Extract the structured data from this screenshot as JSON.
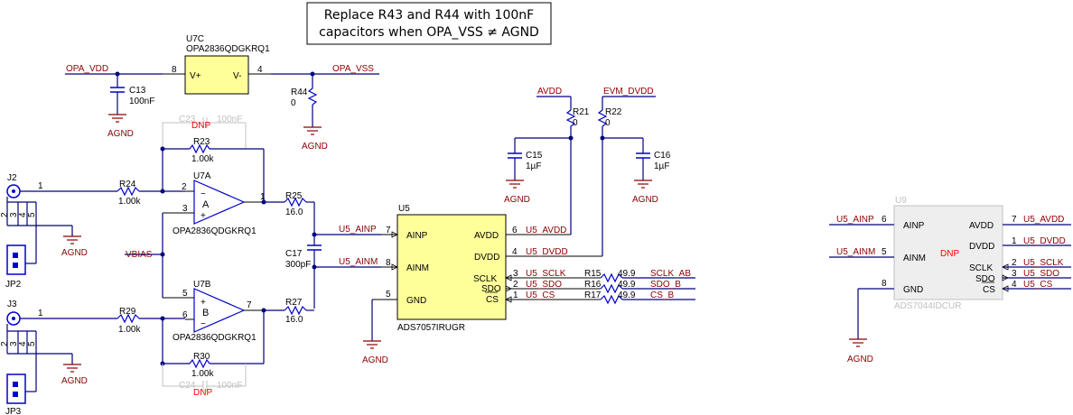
{
  "note": {
    "line1": "Replace R43 and R44 with 100nF",
    "line2": "capacitors when OPA_VSS ≠ AGND"
  },
  "nets": {
    "opa_vdd": "OPA_VDD",
    "opa_vss": "OPA_VSS",
    "avdd": "AVDD",
    "evm_dvdd": "EVM_DVDD",
    "vbias": "VBIAS",
    "u5_ainp": "U5_AINP",
    "u5_ainm": "U5_AINM",
    "u5_avdd": "U5_AVDD",
    "u5_dvdd": "U5_DVDD",
    "u5_sclk": "U5_SCLK",
    "u5_sdo": "U5_SDO",
    "u5_cs": "U5_CS",
    "sclk_ab": "SCLK_AB",
    "sdo_b": "SDO_B",
    "cs_b": "CS_B",
    "agnd": "AGND"
  },
  "u7c": {
    "ref": "U7C",
    "part": "OPA2836QDGKRQ1",
    "pin_vplus": "V+",
    "pin_vminus": "V-",
    "pin8": "8",
    "pin4": "4"
  },
  "u7a": {
    "ref": "U7A",
    "part": "OPA2836QDGKRQ1",
    "unit": "A",
    "pin2": "2",
    "pin3": "3",
    "pin1": "1",
    "minus": "−",
    "plus": "+"
  },
  "u7b": {
    "ref": "U7B",
    "part": "OPA2836QDGKRQ1",
    "unit": "B",
    "pin5": "5",
    "pin6": "6",
    "pin7": "7",
    "minus": "−",
    "plus": "+"
  },
  "u5": {
    "ref": "U5",
    "part": "ADS7057IRUGR",
    "pins": {
      "ainp": "AINP",
      "ainm": "AINM",
      "gnd": "GND",
      "avdd": "AVDD",
      "dvdd": "DVDD",
      "sclk": "SCLK",
      "sdo": "SDO",
      "cs": "CS"
    },
    "nums": {
      "ainp": "7",
      "ainm": "8",
      "gnd": "5",
      "avdd": "6",
      "dvdd": "4",
      "sclk": "3",
      "sdo": "2",
      "cs": "1"
    }
  },
  "u9": {
    "ref": "U9",
    "part": "ADS7044IDCUR",
    "dnp": "DNP",
    "pins": {
      "ainp": "AINP",
      "ainm": "AINM",
      "gnd": "GND",
      "avdd": "AVDD",
      "dvdd": "DVDD",
      "sclk": "SCLK",
      "sdo": "SDO",
      "cs": "CS"
    },
    "nums": {
      "ainp": "6",
      "ainm": "5",
      "gnd": "8",
      "avdd": "7",
      "dvdd": "1",
      "sclk": "2",
      "sdo": "3",
      "cs": "4"
    }
  },
  "components": {
    "c13": {
      "ref": "C13",
      "value": "100nF"
    },
    "r44": {
      "ref": "R44",
      "value": "0"
    },
    "c23": {
      "ref": "C23",
      "value": "100nF",
      "dnp": "DNP"
    },
    "r23": {
      "ref": "R23",
      "value": "1.00k"
    },
    "r24": {
      "ref": "R24",
      "value": "1.00k"
    },
    "r25": {
      "ref": "R25",
      "value": "16.0"
    },
    "c17": {
      "ref": "C17",
      "value": "300pF"
    },
    "r27": {
      "ref": "R27",
      "value": "16.0"
    },
    "r29": {
      "ref": "R29",
      "value": "1.00k"
    },
    "r30": {
      "ref": "R30",
      "value": "1.00k"
    },
    "c24": {
      "ref": "C24",
      "value": "100nF",
      "dnp": "DNP"
    },
    "r21": {
      "ref": "R21",
      "value": "0"
    },
    "r22": {
      "ref": "R22",
      "value": "0"
    },
    "c15": {
      "ref": "C15",
      "value": "1µF"
    },
    "c16": {
      "ref": "C16",
      "value": "1µF"
    },
    "r15": {
      "ref": "R15",
      "value": "49.9"
    },
    "r16": {
      "ref": "R16",
      "value": "49.9"
    },
    "r17": {
      "ref": "R17",
      "value": "49.9"
    }
  },
  "connectors": {
    "j2": {
      "ref": "J2",
      "pin": "1",
      "gnd_pins": [
        "2",
        "3",
        "4",
        "5"
      ]
    },
    "j3": {
      "ref": "J3",
      "pin": "1",
      "gnd_pins": [
        "2",
        "3",
        "4",
        "5"
      ]
    },
    "jp2": {
      "ref": "JP2"
    },
    "jp3": {
      "ref": "JP3"
    }
  }
}
